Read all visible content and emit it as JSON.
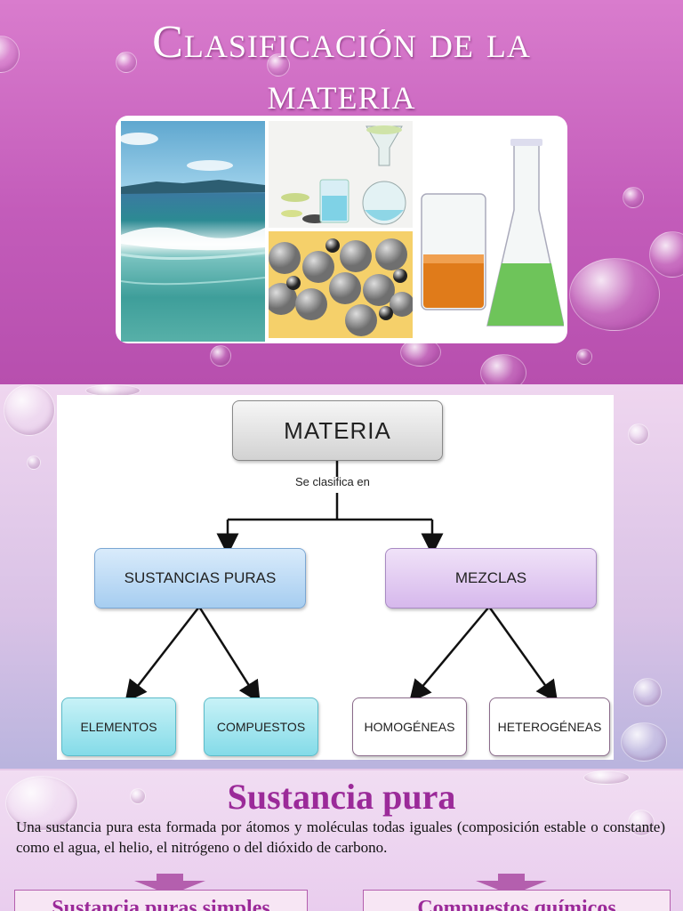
{
  "slide1": {
    "title_line1": "Clasificación de la",
    "title_line2": "materia"
  },
  "slide2": {
    "root": "MATERIA",
    "connector_label": "Se clasifica en",
    "branch_left": "SUSTANCIAS PURAS",
    "branch_right": "MEZCLAS",
    "leaf_1": "ELEMENTOS",
    "leaf_2": "COMPUESTOS",
    "leaf_3": "HOMOGÉNEAS",
    "leaf_4": "HETEROGÉNEAS"
  },
  "slide3": {
    "title": "Sustancia pura",
    "body": "Una sustancia pura esta formada por átomos y moléculas todas iguales (composición estable o constante) como el agua, el helio, el nitrógeno o del dióxido de carbono.",
    "box_left": "Sustancia puras simples",
    "box_right": "Compuestos químicos"
  },
  "colors": {
    "slide1_bg": "#c35cba",
    "slide3_title": "#9b2a99"
  }
}
